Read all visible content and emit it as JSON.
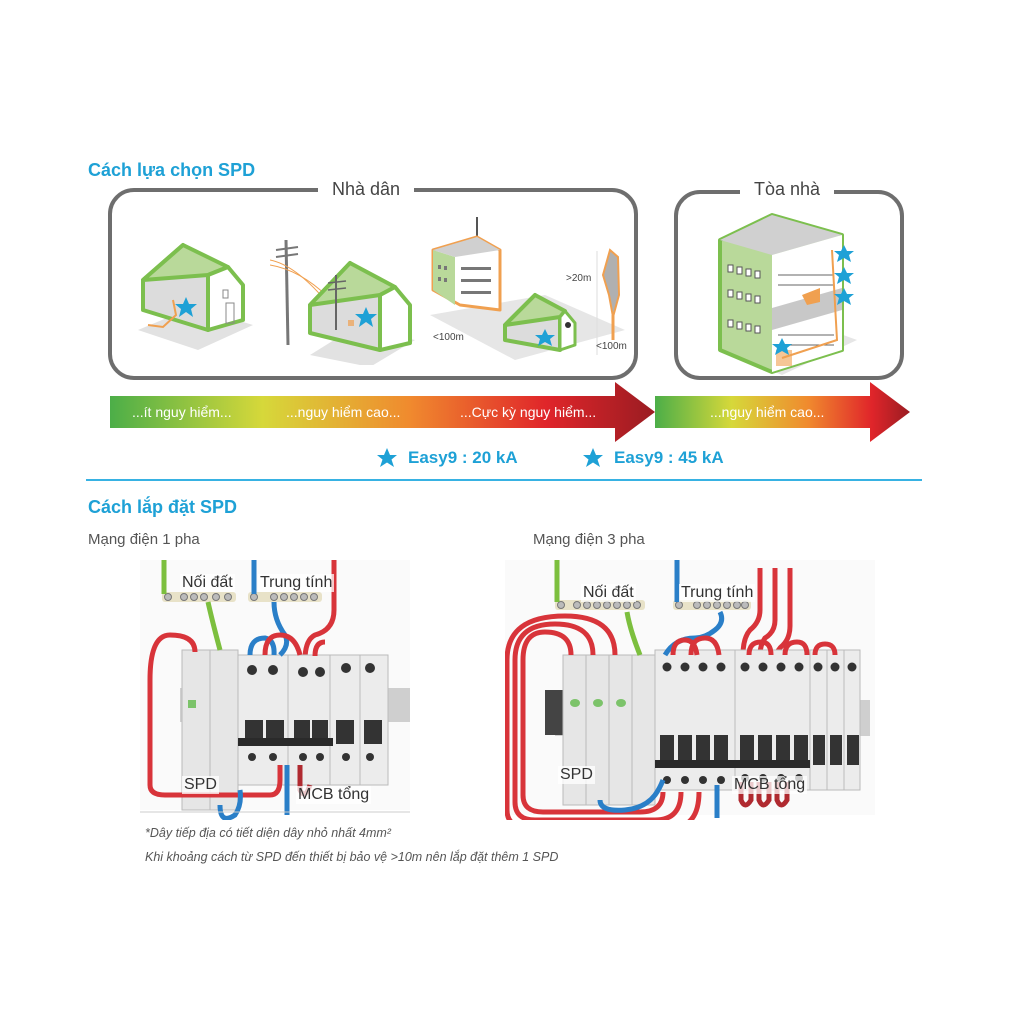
{
  "selection": {
    "title": "Cách lựa chọn SPD",
    "residential_group": {
      "label": "Nhà dân",
      "scenes": [
        {
          "name": "house-basic"
        },
        {
          "name": "house-overhead-line"
        },
        {
          "name": "house-near-tall-structures",
          "distance_labels": [
            "<100m",
            ">20m",
            "<100m"
          ]
        }
      ]
    },
    "building_group": {
      "label": "Tòa nhà"
    },
    "risk_arrows": [
      {
        "stops": [
          "...ít nguy hiểm...",
          "...nguy hiểm cao...",
          "...Cực kỳ nguy hiểm..."
        ]
      },
      {
        "stops": [
          "...nguy hiểm cao..."
        ]
      }
    ],
    "legend": [
      {
        "icon": "star-icon",
        "text": "Easy9 : 20 kA"
      },
      {
        "icon": "star-icon",
        "text": "Easy9 : 45 kA"
      }
    ]
  },
  "installation": {
    "title": "Cách lắp đặt SPD",
    "single_phase": {
      "subtitle": "Mạng điện 1 pha",
      "labels": {
        "earth": "Nối đất",
        "neutral": "Trung tính",
        "spd": "SPD",
        "main_mcb": "MCB tổng"
      }
    },
    "three_phase": {
      "subtitle": "Mạng điện 3 pha",
      "labels": {
        "earth": "Nối đất",
        "neutral": "Trung tính",
        "spd": "SPD",
        "main_mcb": "MCB tổng"
      }
    },
    "notes": [
      "*Dây tiếp địa có tiết diện dây nhỏ nhất 4mm²",
      "Khi khoảng cách từ SPD đến thiết bị bảo vệ >10m nên lắp đặt thêm 1 SPD"
    ]
  },
  "colors": {
    "accent": "#1ea1d6",
    "house_green": "#7cbf4e",
    "orange": "#f0a050",
    "wire_red": "#d8343a",
    "wire_blue": "#2a7fc8",
    "wire_green": "#7cbf3e"
  }
}
